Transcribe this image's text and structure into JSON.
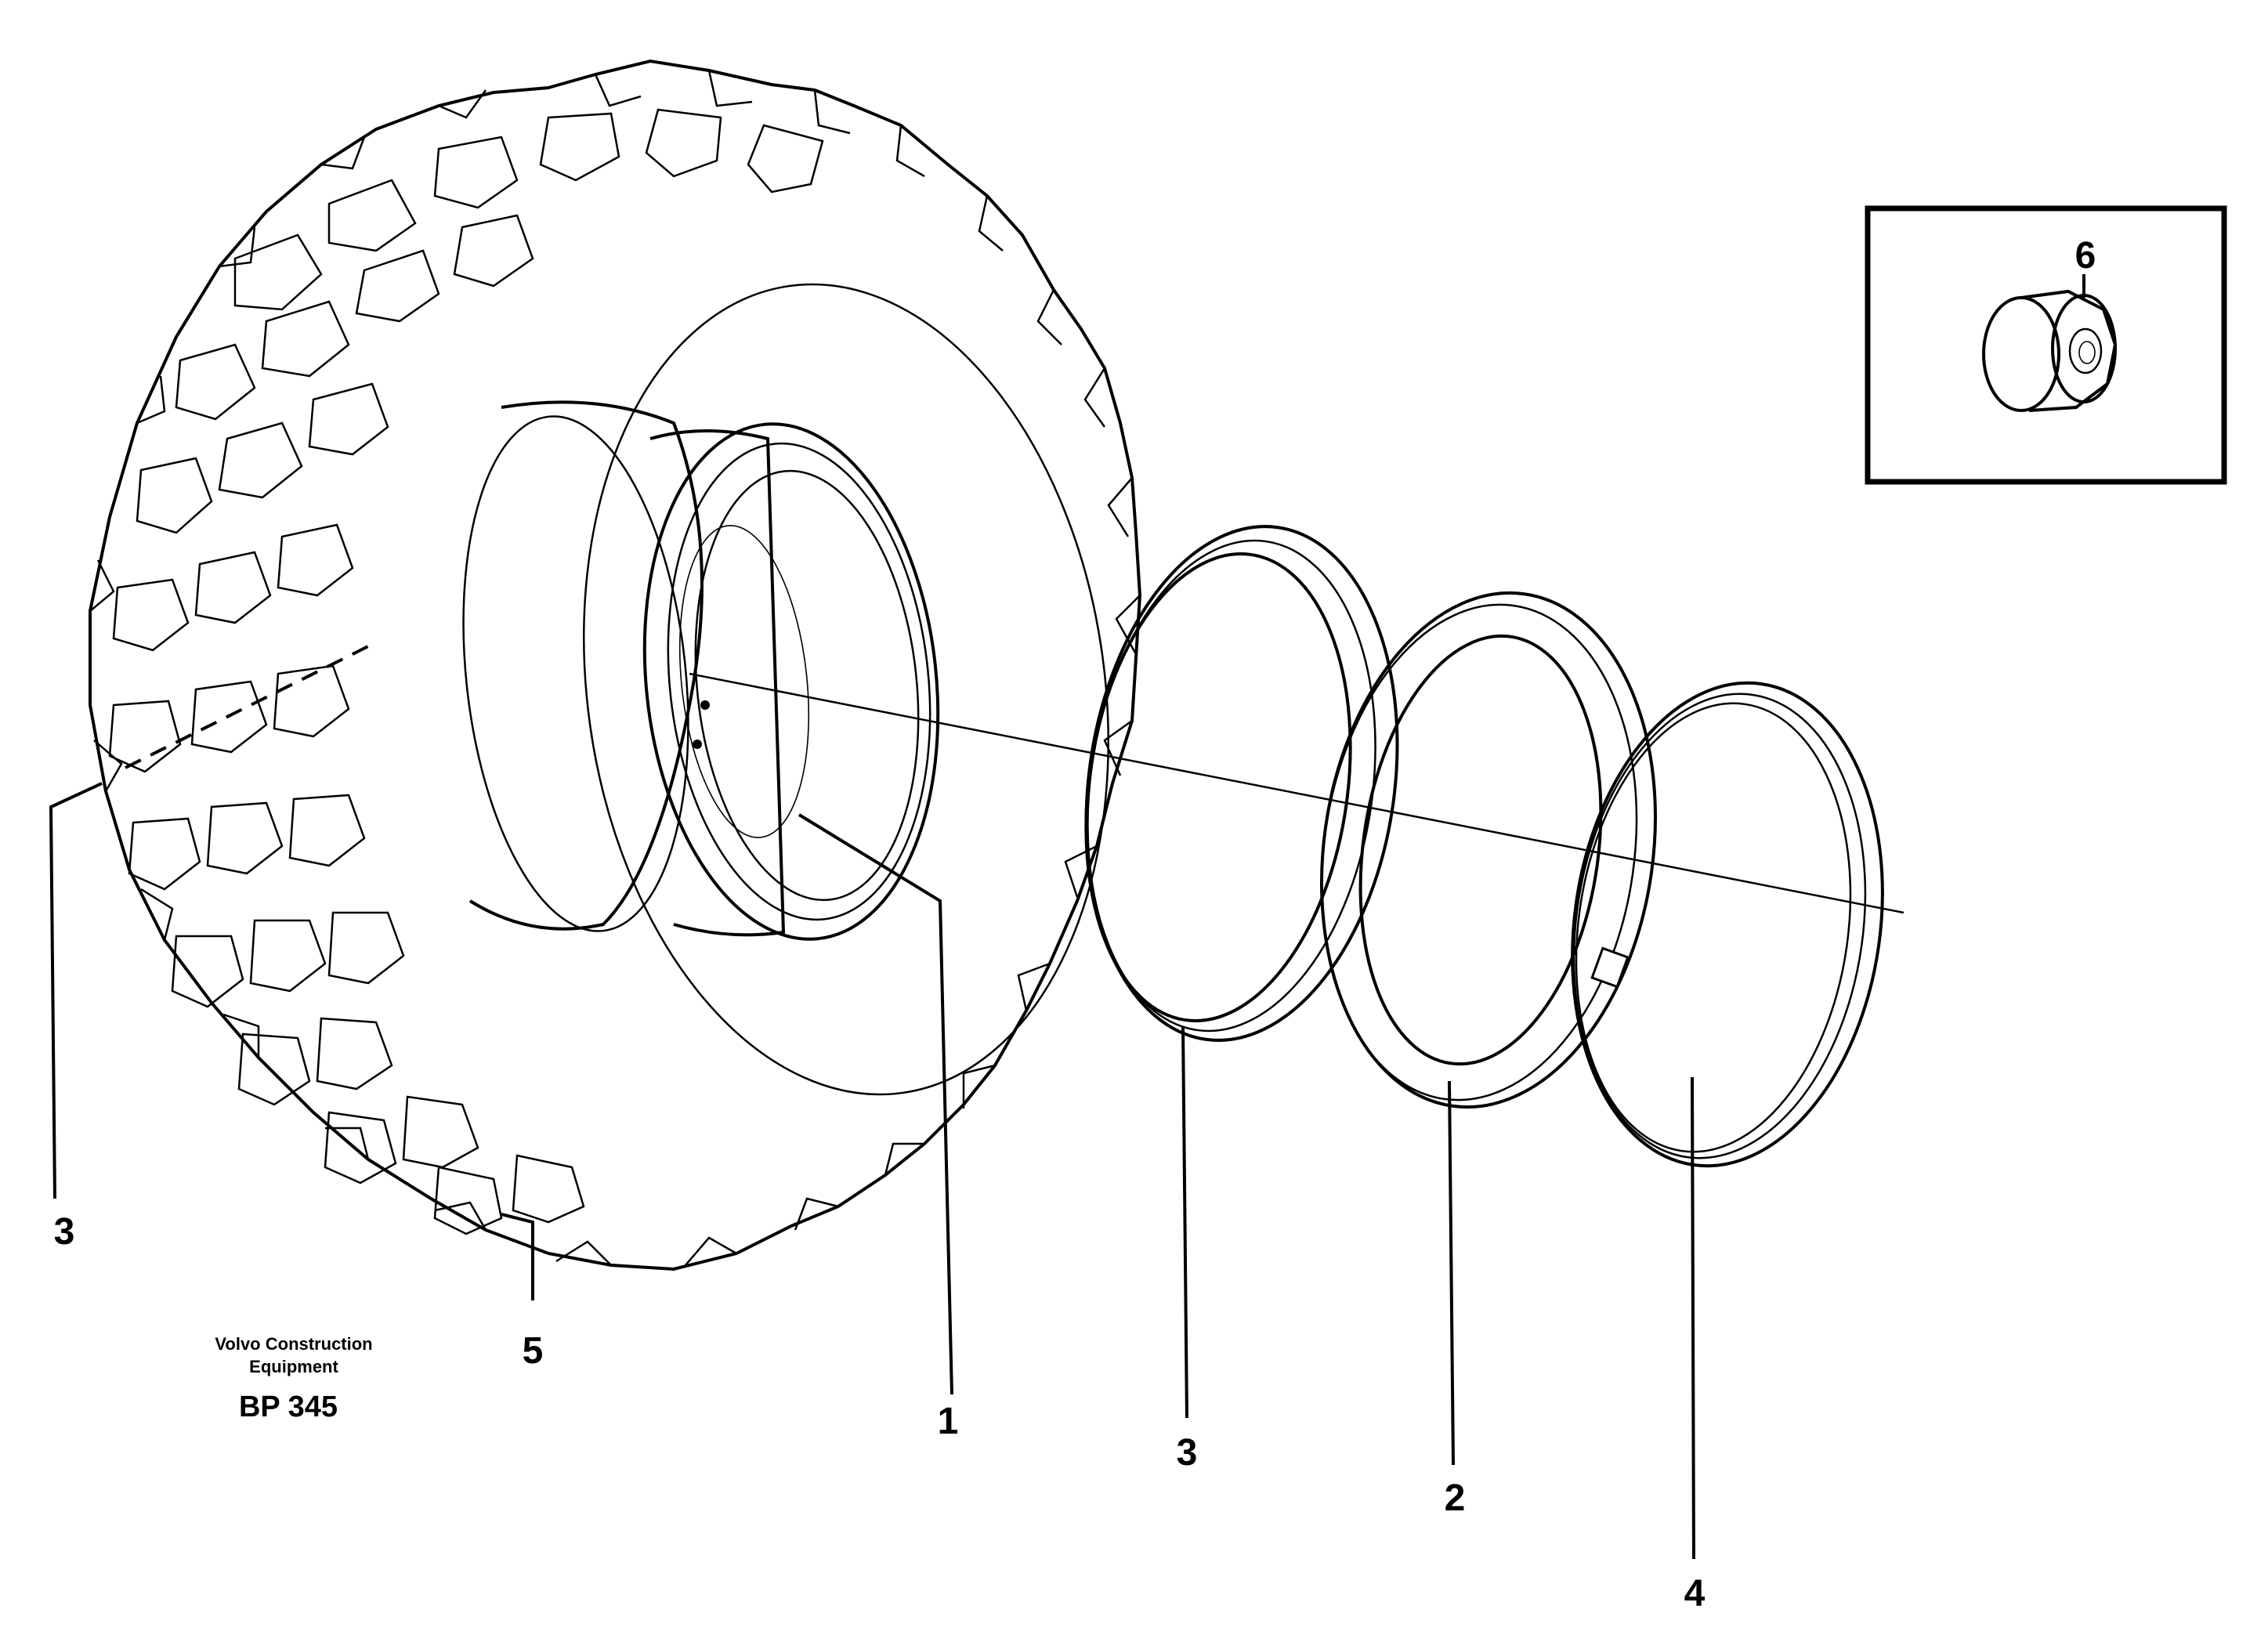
{
  "callouts": {
    "c1": "1",
    "c2": "2",
    "c3_left": "3",
    "c3_ring": "3",
    "c4": "4",
    "c5": "5",
    "c6": "6"
  },
  "brand": {
    "line1": "Volvo Construction",
    "line2": "Equipment",
    "code": "BP 345"
  }
}
